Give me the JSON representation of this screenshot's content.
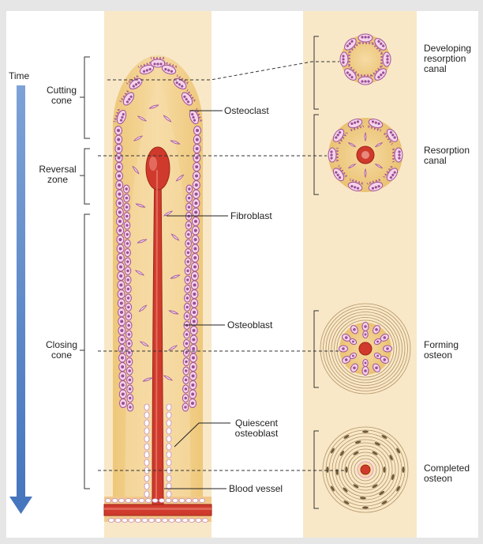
{
  "time_label": "Time",
  "zones": {
    "cutting": [
      "Cutting",
      "cone"
    ],
    "reversal": [
      "Reversal",
      "zone"
    ],
    "closing": [
      "Closing",
      "cone"
    ]
  },
  "cells": {
    "osteoclast": "Osteoclast",
    "fibroblast": "Fibroblast",
    "osteoblast": "Osteoblast",
    "quiescent": [
      "Quiescent",
      "osteoblast"
    ],
    "blood_vessel": "Blood vessel"
  },
  "cross_sections": {
    "developing": [
      "Developing",
      "resorption",
      "canal"
    ],
    "resorption": [
      "Resorption",
      "canal"
    ],
    "forming": [
      "Forming",
      "osteon"
    ],
    "completed": [
      "Completed",
      "osteon"
    ]
  },
  "colors": {
    "bone_band": "#f8e8c8",
    "tissue": "#f3cf88",
    "cell_fill": "#f4d4ea",
    "cell_outline": "#a0509a",
    "vessel": "#cf3a2c",
    "time_arrow": "#5b85c5"
  }
}
